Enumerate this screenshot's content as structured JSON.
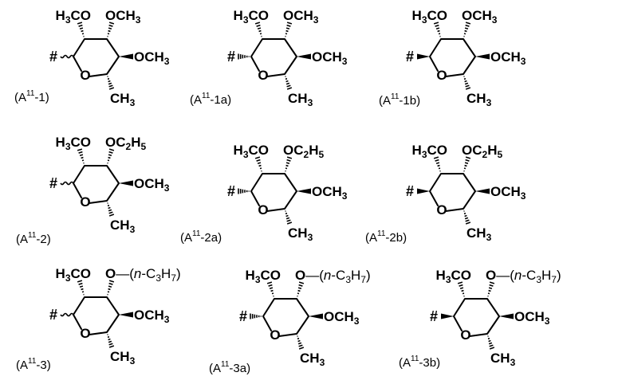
{
  "structures": [
    {
      "id": "s1",
      "caption": {
        "pre": "(A",
        "sup": "11",
        "post": "-1)"
      },
      "anchor": "#",
      "anchor_bond": "wavy",
      "ring_o": "O",
      "top_left": {
        "main": "H",
        "sub": "3",
        "tail": "CO"
      },
      "top_right": {
        "main": "OCH",
        "sub": "3",
        "tail": ""
      },
      "right": {
        "main": "OCH",
        "sub": "3",
        "tail": ""
      },
      "bottom": {
        "main": "CH",
        "sub": "3",
        "tail": ""
      }
    },
    {
      "id": "s2",
      "caption": {
        "pre": "(A",
        "sup": "11",
        "post": "-1a)"
      },
      "anchor": "#",
      "anchor_bond": "hash",
      "ring_o": "O",
      "top_left": {
        "main": "H",
        "sub": "3",
        "tail": "CO"
      },
      "top_right": {
        "main": "OCH",
        "sub": "3",
        "tail": ""
      },
      "right": {
        "main": "OCH",
        "sub": "3",
        "tail": ""
      },
      "bottom": {
        "main": "CH",
        "sub": "3",
        "tail": ""
      }
    },
    {
      "id": "s3",
      "caption": {
        "pre": "(A",
        "sup": "11",
        "post": "-1b)"
      },
      "anchor": "#",
      "anchor_bond": "wedge",
      "ring_o": "O",
      "top_left": {
        "main": "H",
        "sub": "3",
        "tail": "CO"
      },
      "top_right": {
        "main": "OCH",
        "sub": "3",
        "tail": ""
      },
      "right": {
        "main": "OCH",
        "sub": "3",
        "tail": ""
      },
      "bottom": {
        "main": "CH",
        "sub": "3",
        "tail": ""
      }
    },
    {
      "id": "s4",
      "caption": {
        "pre": "(A",
        "sup": "11",
        "post": "-2)"
      },
      "anchor": "#",
      "anchor_bond": "wavy",
      "ring_o": "O",
      "top_left": {
        "main": "H",
        "sub": "3",
        "tail": "CO"
      },
      "top_right": {
        "main": "OC",
        "sub": "2",
        "tail": "H",
        "sub2": "5"
      },
      "right": {
        "main": "OCH",
        "sub": "3",
        "tail": ""
      },
      "bottom": {
        "main": "CH",
        "sub": "3",
        "tail": ""
      }
    },
    {
      "id": "s5",
      "caption": {
        "pre": "(A",
        "sup": "11",
        "post": "-2a)"
      },
      "anchor": "#",
      "anchor_bond": "hash",
      "ring_o": "O",
      "top_left": {
        "main": "H",
        "sub": "3",
        "tail": "CO"
      },
      "top_right": {
        "main": "OC",
        "sub": "2",
        "tail": "H",
        "sub2": "5"
      },
      "right": {
        "main": "OCH",
        "sub": "3",
        "tail": ""
      },
      "bottom": {
        "main": "CH",
        "sub": "3",
        "tail": ""
      }
    },
    {
      "id": "s6",
      "caption": {
        "pre": "(A",
        "sup": "11",
        "post": "-2b)"
      },
      "anchor": "#",
      "anchor_bond": "wedge",
      "ring_o": "O",
      "top_left": {
        "main": "H",
        "sub": "3",
        "tail": "CO"
      },
      "top_right": {
        "main": "OC",
        "sub": "2",
        "tail": "H",
        "sub2": "5"
      },
      "right": {
        "main": "OCH",
        "sub": "3",
        "tail": ""
      },
      "bottom": {
        "main": "CH",
        "sub": "3",
        "tail": ""
      }
    },
    {
      "id": "s7",
      "caption": {
        "pre": "(A",
        "sup": "11",
        "post": "-3)"
      },
      "anchor": "#",
      "anchor_bond": "wavy",
      "ring_o": "O",
      "top_left": {
        "main": "H",
        "sub": "3",
        "tail": "CO"
      },
      "top_right": {
        "propyl": true,
        "o": "O",
        "open": "(",
        "n": "n",
        "mid": "-C",
        "sub": "3",
        "h": "H",
        "sub2": "7",
        "close": ")"
      },
      "right": {
        "main": "OCH",
        "sub": "3",
        "tail": ""
      },
      "bottom": {
        "main": "CH",
        "sub": "3",
        "tail": ""
      }
    },
    {
      "id": "s8",
      "caption": {
        "pre": "(A",
        "sup": "11",
        "post": "-3a)"
      },
      "anchor": "#",
      "anchor_bond": "hash",
      "ring_o": "O",
      "top_left": {
        "main": "H",
        "sub": "3",
        "tail": "CO"
      },
      "top_right": {
        "propyl": true,
        "o": "O",
        "open": "(",
        "n": "n",
        "mid": "-C",
        "sub": "3",
        "h": "H",
        "sub2": "7",
        "close": ")"
      },
      "right": {
        "main": "OCH",
        "sub": "3",
        "tail": ""
      },
      "bottom": {
        "main": "CH",
        "sub": "3",
        "tail": ""
      }
    },
    {
      "id": "s9",
      "caption": {
        "pre": "(A",
        "sup": "11",
        "post": "-3b)"
      },
      "anchor": "#",
      "anchor_bond": "wedge",
      "ring_o": "O",
      "top_left": {
        "main": "H",
        "sub": "3",
        "tail": "CO"
      },
      "top_right": {
        "propyl": true,
        "o": "O",
        "open": "(",
        "n": "n",
        "mid": "-C",
        "sub": "3",
        "h": "H",
        "sub2": "7",
        "close": ")"
      },
      "right": {
        "main": "OCH",
        "sub": "3",
        "tail": ""
      },
      "bottom": {
        "main": "CH",
        "sub": "3",
        "tail": ""
      }
    }
  ],
  "colors": {
    "ink": "#000000",
    "background": "#ffffff"
  }
}
